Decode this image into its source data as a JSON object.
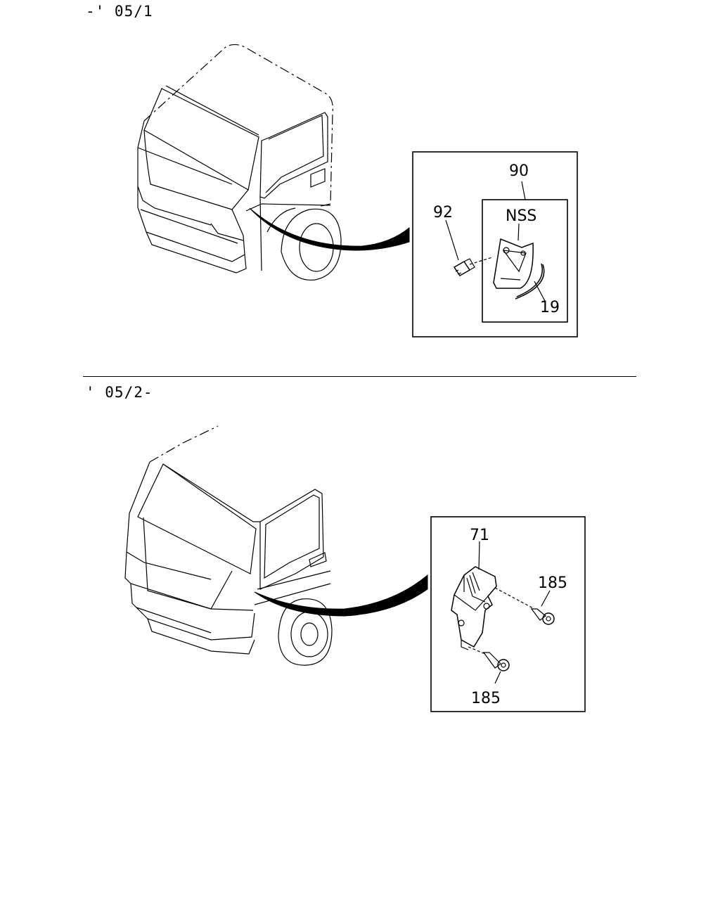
{
  "sections": [
    {
      "period_label": "-' 05/1",
      "callouts": {
        "bracket": "90",
        "screw": "92",
        "region": "NSS",
        "strip": "19"
      }
    },
    {
      "period_label": "' 05/2-",
      "callouts": {
        "bracket": "71",
        "bolt_upper": "185",
        "bolt_lower": "185"
      }
    }
  ]
}
